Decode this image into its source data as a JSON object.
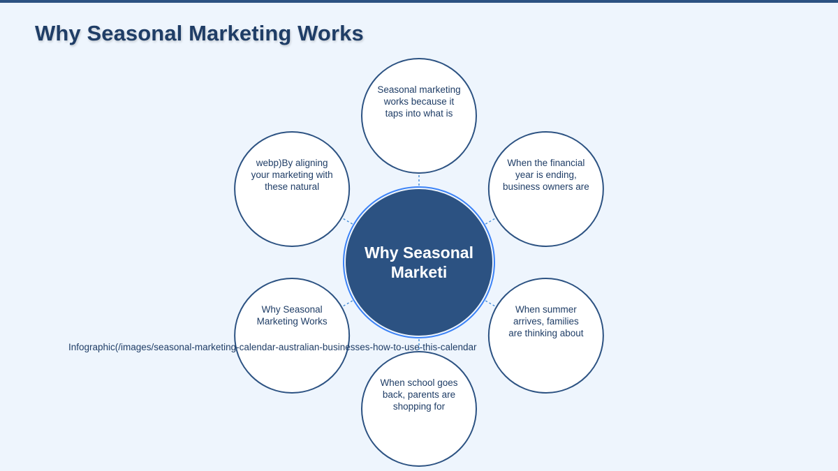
{
  "title": "Why Seasonal Marketing Works",
  "center": {
    "lines": [
      "Why Seasonal",
      "Marketi"
    ]
  },
  "satellites": [
    {
      "id": "top",
      "lines": [
        "Seasonal marketing",
        "works because it",
        "taps into what is"
      ]
    },
    {
      "id": "top-right",
      "lines": [
        "When the financial",
        "year is ending,",
        "business owners are"
      ]
    },
    {
      "id": "bottom-right",
      "lines": [
        "When summer",
        "arrives, families",
        "are thinking about"
      ]
    },
    {
      "id": "bottom",
      "lines": [
        "When school goes",
        "back, parents are",
        "shopping for"
      ]
    },
    {
      "id": "bottom-left",
      "lines": [
        "Why Seasonal",
        "Marketing Works"
      ]
    },
    {
      "id": "top-left",
      "lines": [
        "webp)By aligning",
        "your marketing with",
        "these natural"
      ]
    }
  ],
  "overflow_label": "Infographic(/images/seasonal-marketing-calendar-australian-businesses-how-to-use-this-calendar",
  "colors": {
    "background": "#eef5fd",
    "title": "#1f3d66",
    "center_fill": "#2c5282",
    "center_ring": "#3b82f6",
    "satellite_fill": "#ffffff",
    "satellite_stroke": "#2c5282",
    "connector": "#4a90d9"
  }
}
